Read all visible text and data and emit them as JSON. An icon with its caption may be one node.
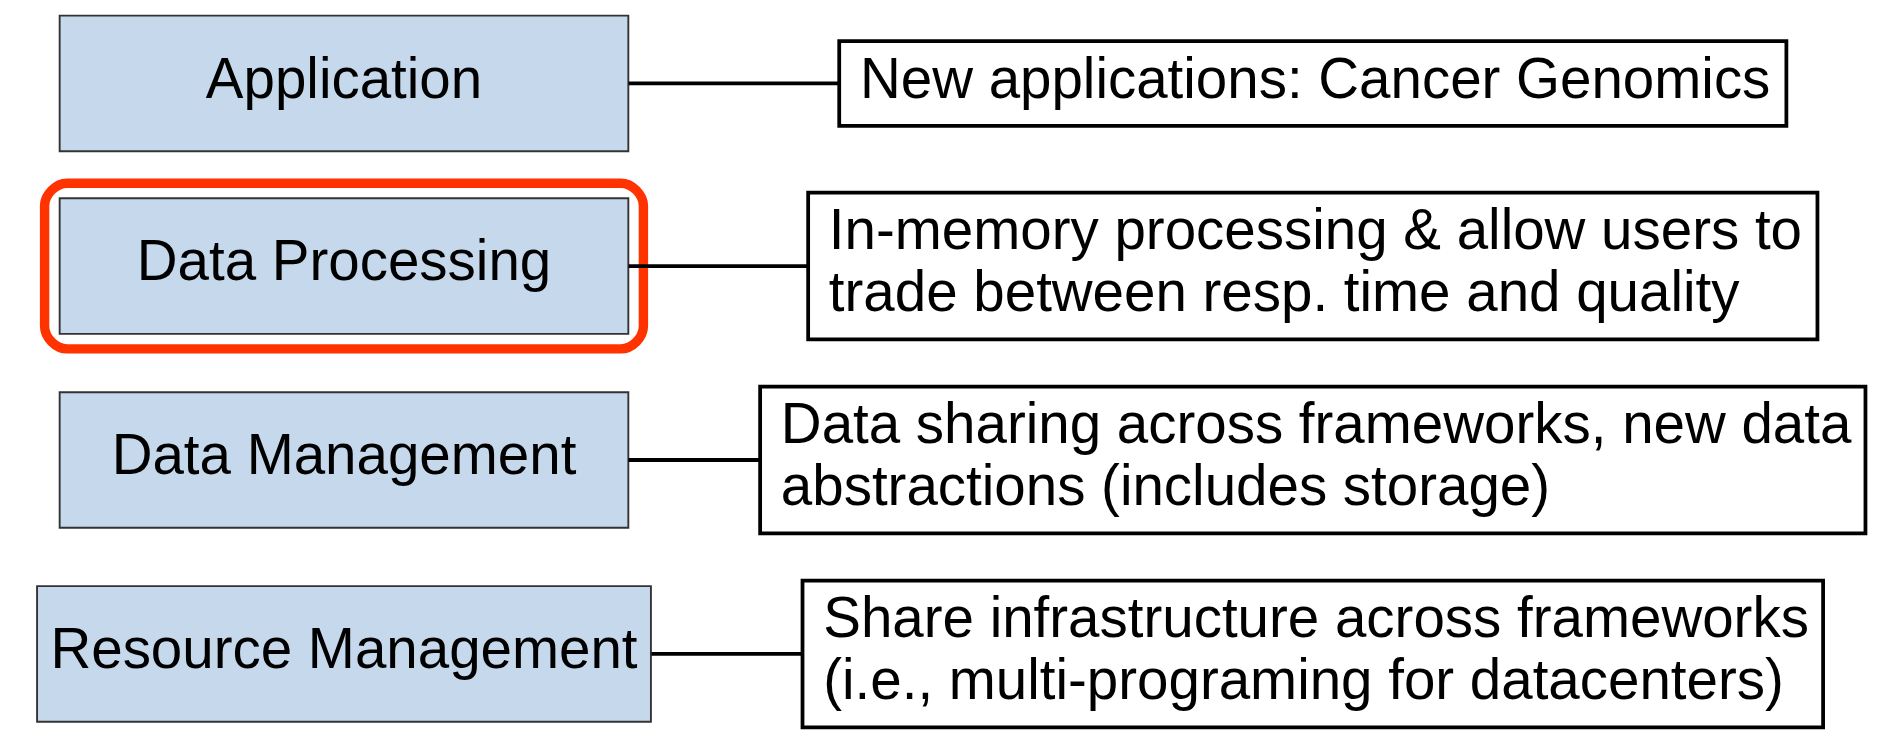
{
  "diagram": {
    "nodes": [
      {
        "text": [
          "Application"
        ]
      },
      {
        "text": [
          "New applications: Cancer Genomics"
        ]
      },
      {
        "text": [],
        "shape": "box"
      },
      {
        "text": [
          "Data Processing"
        ],
        "in": 2
      },
      {
        "text": [
          "In-memory processing & allow users to trade between resp. time and quality"
        ]
      },
      {
        "text": [
          "Data Management"
        ]
      },
      {
        "text": [
          "Data sharing across frameworks, new data abstractions (includes storage)"
        ]
      },
      {
        "text": [
          "Resource Management"
        ]
      },
      {
        "text": [
          "Share infrastructure across frameworks (i.e., multi-programing for datacenters)"
        ]
      }
    ],
    "edges": [
      {
        "from": 1,
        "to": 0,
        "arrow": "none"
      },
      {
        "from": 4,
        "to": 3,
        "arrow": "none"
      },
      {
        "from": 6,
        "to": 5,
        "arrow": "none"
      },
      {
        "from": 8,
        "to": 7,
        "arrow": "none"
      }
    ]
  }
}
